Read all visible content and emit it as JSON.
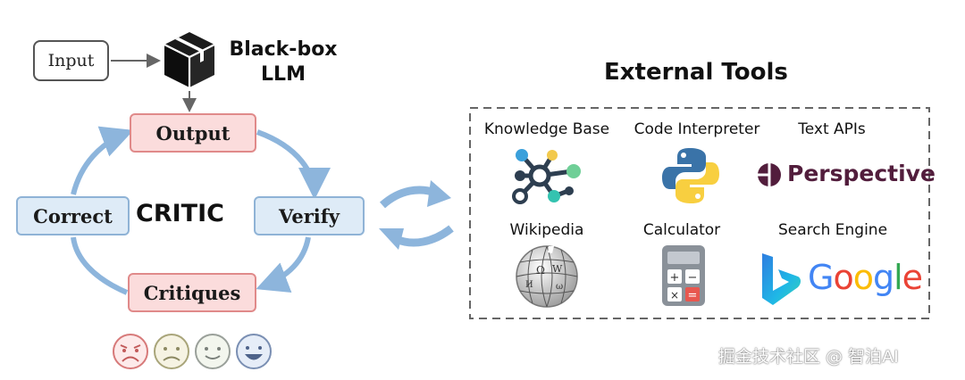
{
  "llm": {
    "input_label": "Input",
    "llm_title_line1": "Black-box",
    "llm_title_line2": "LLM"
  },
  "cycle": {
    "output_label": "Output",
    "correct_label": "Correct",
    "critic_label": "CRITIC",
    "verify_label": "Verify",
    "critiques_label": "Critiques"
  },
  "tools": {
    "title": "External Tools",
    "knowledge_base": "Knowledge Base",
    "code_interpreter": "Code Interpreter",
    "text_apis": "Text APIs",
    "perspective": "Perspective",
    "wikipedia": "Wikipedia",
    "calculator": "Calculator",
    "search_engine": "Search Engine",
    "google": "Google"
  },
  "watermark": "掘金技术社区 @ 智泊AI",
  "colors": {
    "red_fill": "#fbdcdc",
    "red_border": "#e08a8a",
    "blue_fill": "#deebf7",
    "blue_border": "#8fb3d6",
    "arrow_blue": "#8db5dc",
    "perspective": "#521d3c"
  },
  "icons": [
    "cube-icon",
    "knowledge-graph-icon",
    "python-logo-icon",
    "perspective-logo-icon",
    "wikipedia-globe-icon",
    "calculator-icon",
    "bing-logo-icon",
    "google-logo",
    "angry-face-icon",
    "sad-face-icon",
    "neutral-face-icon",
    "happy-face-icon"
  ]
}
